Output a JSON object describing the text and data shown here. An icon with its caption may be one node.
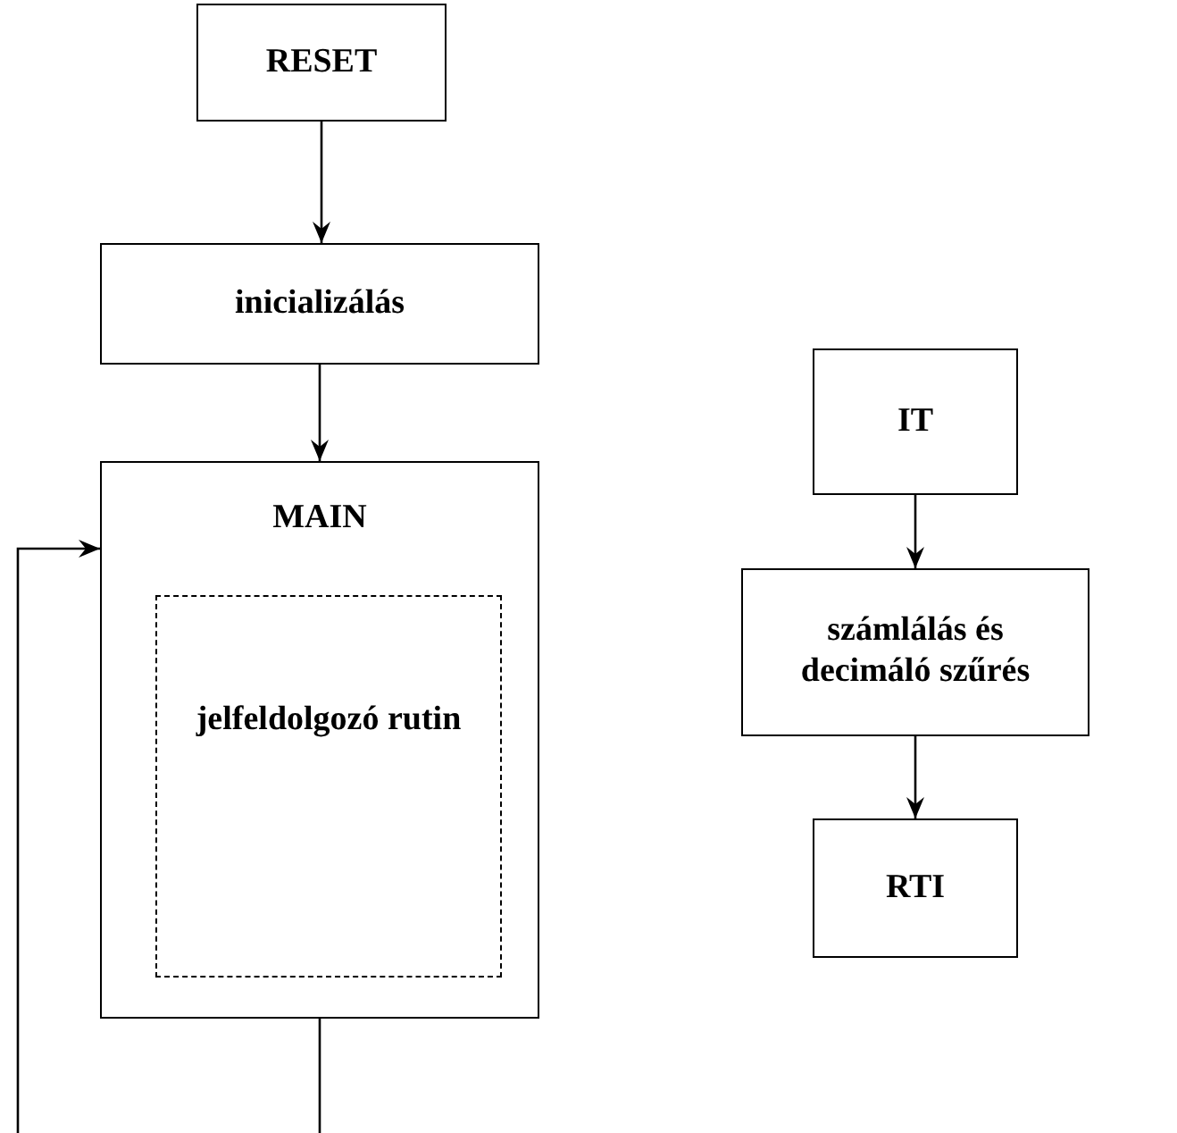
{
  "diagram": {
    "nodes": [
      {
        "text": [
          "RESET"
        ]
      },
      {
        "text": [
          "inicializálás"
        ]
      },
      {
        "text": [
          "MAIN"
        ]
      },
      {
        "text": [
          "jelfeldolgozó rutin"
        ],
        "in": 2
      },
      {
        "text": [
          "IT"
        ]
      },
      {
        "text": [
          "számlálás és decimáló szűrés"
        ]
      },
      {
        "text": [
          "RTI"
        ]
      }
    ],
    "edges": [
      {
        "from": 0,
        "to": 1,
        "arrow": "to"
      },
      {
        "from": 1,
        "to": 2,
        "arrow": "to"
      },
      {
        "from": 2,
        "to": null,
        "arrow": "none"
      },
      {
        "from": null,
        "to": 2,
        "arrow": "to"
      },
      {
        "from": 4,
        "to": 5,
        "arrow": "to"
      },
      {
        "from": 5,
        "to": 6,
        "arrow": "to"
      }
    ]
  }
}
